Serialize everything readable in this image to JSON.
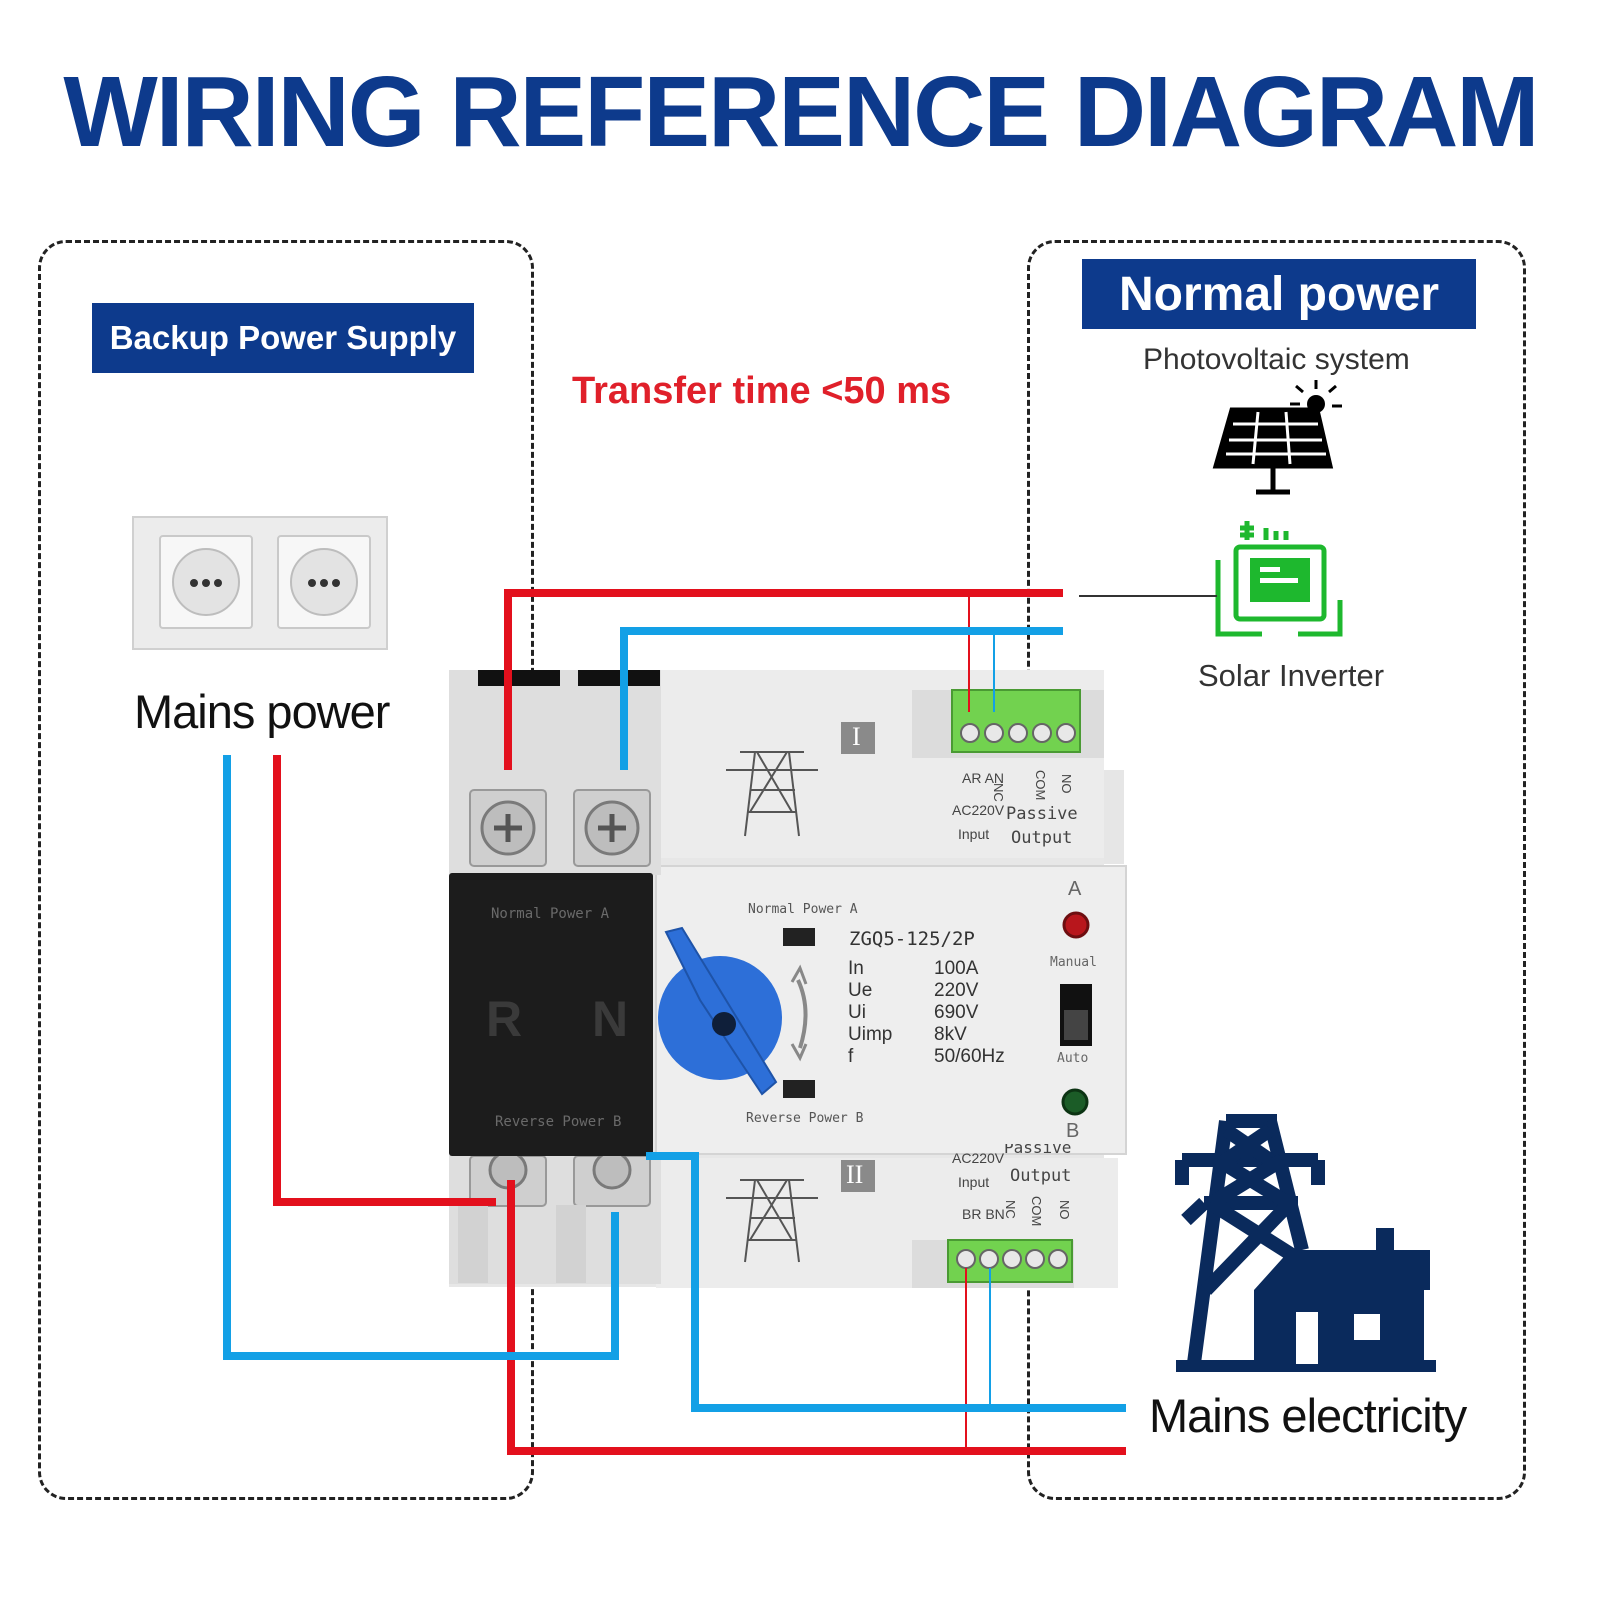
{
  "title": "WIRING REFERENCE DIAGRAM",
  "left_panel": {
    "badge": "Backup Power Supply",
    "socket_label": "Mains power"
  },
  "center": {
    "transfer_note": "Transfer time <50 ms"
  },
  "right_panel": {
    "badge": "Normal power",
    "pv_label": "Photovoltaic system",
    "inverter_label": "Solar Inverter",
    "grid_label": "Mains electricity"
  },
  "device": {
    "cover_top": "Normal Power A",
    "cover_bottom": "Reverse Power B",
    "cover_r": "R",
    "cover_n": "N",
    "roman_top": "I",
    "roman_bottom": "II",
    "panel_normal": "Normal Power A",
    "panel_reverse": "Reverse Power B",
    "model": "ZGQ5-125/2P",
    "spec_keys": [
      "In",
      "Ue",
      "Ui",
      "Uimp",
      "f"
    ],
    "spec_vals": [
      "100A",
      "220V",
      "690V",
      "8kV",
      "50/60Hz"
    ],
    "indicator_a": "A",
    "indicator_b": "B",
    "manual": "Manual",
    "auto": "Auto",
    "term_top": {
      "ar_an": "AR AN",
      "nc": "NC",
      "com": "COM",
      "no": "NO",
      "ac220v": "AC220V",
      "input": "Input",
      "passive": "Passive",
      "output": "Output"
    },
    "term_bottom": {
      "ac220v": "AC220V",
      "passive": "Passive",
      "input": "Input",
      "output": "Output",
      "br_bn": "BR BN",
      "nc": "NC",
      "com": "COM",
      "no": "NO"
    }
  },
  "colors": {
    "brand_blue": "#0d3a8c",
    "wire_red": "#e3101d",
    "wire_blue": "#13a0e6",
    "inverter_green": "#1eb82e",
    "grid_navy": "#0a2a5c"
  },
  "icons": [
    "solar-panel-icon",
    "inverter-icon",
    "power-tower-house-icon",
    "wall-socket-icon",
    "rotary-handle-icon"
  ]
}
